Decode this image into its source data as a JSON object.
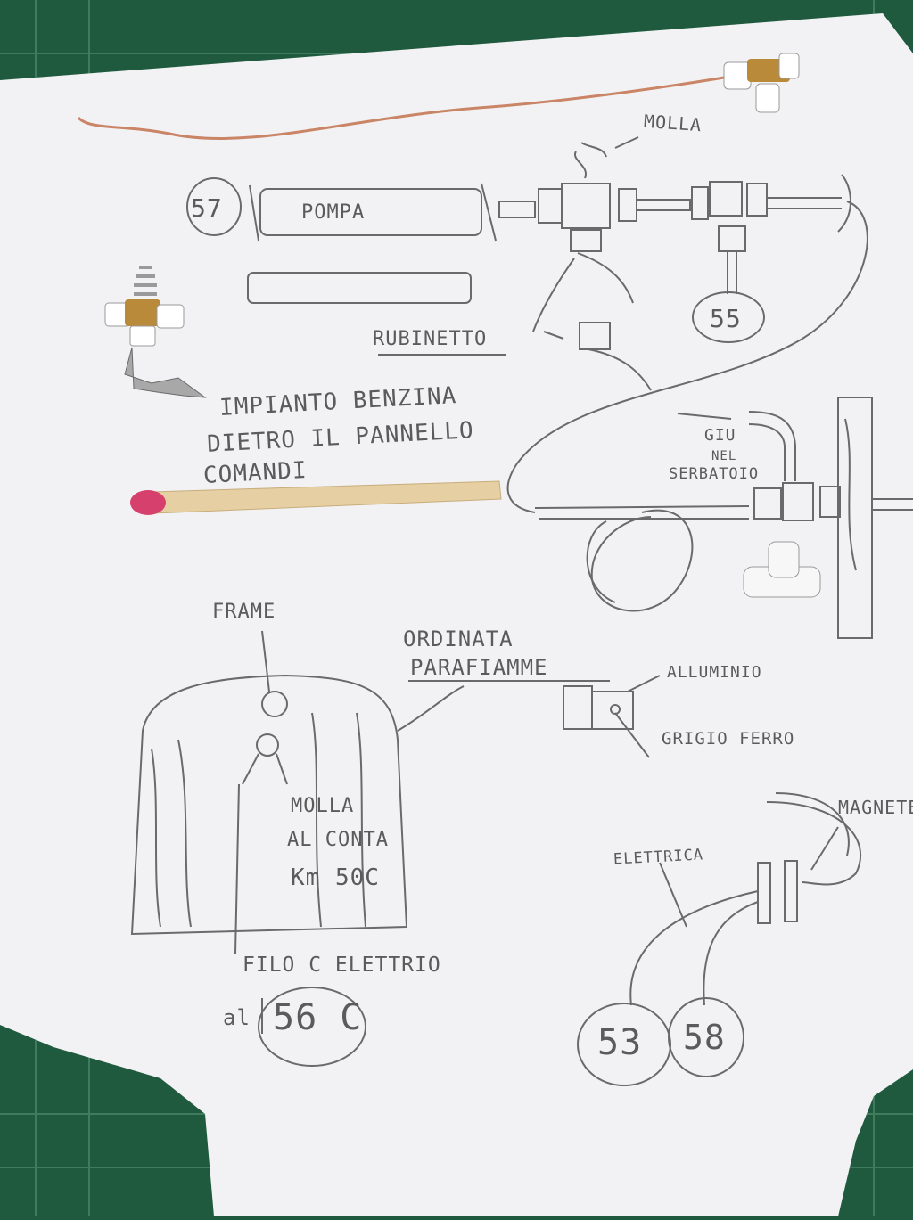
{
  "notes": {
    "molla": "MOLLA",
    "label_57": "57",
    "pompa": "POMPA",
    "label_55": "55",
    "rubinetto": "RUBINETTO",
    "impianto_line1": "IMPIANTO BENZINA",
    "impianto_line2": "DIETRO IL PANNELLO",
    "impianto_line3": "COMANDI",
    "giu": "GIU",
    "nel": "NEL",
    "serbatoio": "SERBATOIO",
    "frame": "FRAME",
    "ordinata": "ORDINATA",
    "parafiamme": "PARAFIAMME",
    "alluminio": "ALLUMINIO",
    "grigio_ferro": "GRIGIO FERRO",
    "magnete": "MAGNETE",
    "molla_al_conta_1": "MOLLA",
    "molla_al_conta_2": "AL CONTA",
    "molla_al_conta_3": "Km 50C",
    "elettrica": "ELETTRICA",
    "filo_elettrico": "FILO C ELETTRIO",
    "al": "al",
    "label_56c": "56 C",
    "label_53": "53",
    "label_58": "58"
  },
  "colors": {
    "mat": "#1f5a3e",
    "paper": "#f2f2f4",
    "pencil": "#6a6a6a",
    "brass": "#b88a3a",
    "copper": "#c98566",
    "match_head": "#d6406c",
    "match_stick": "#e6cfa2"
  }
}
